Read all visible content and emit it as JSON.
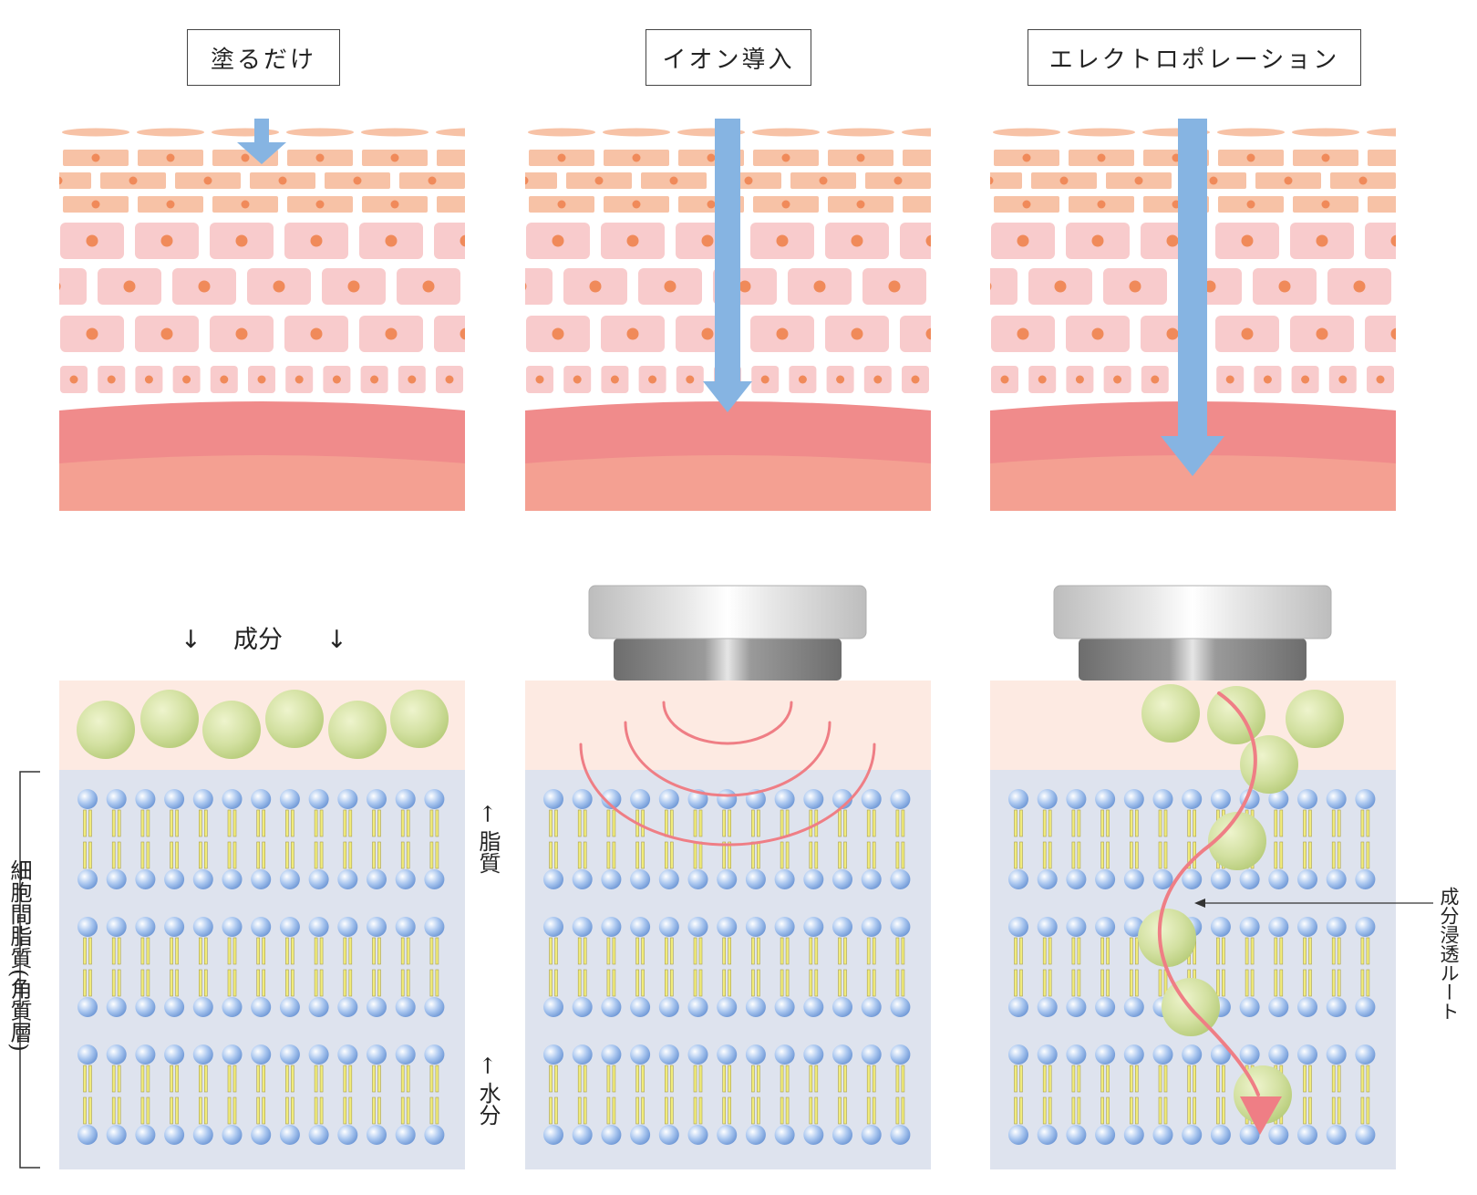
{
  "titles": {
    "paint_only": "塗るだけ",
    "iontophoresis": "イオン導入",
    "electroporation": "エレクトロポレーション"
  },
  "labels": {
    "ingredient": "成分",
    "lipid": "← 脂質",
    "water": "← 水分",
    "intercellular_lipid": "細胞間脂質(角質層)",
    "penetration_route": "成分浸透ルート"
  },
  "colors": {
    "arrow_blue": "#86b4e2",
    "stratum_cell": "#f7c2a6",
    "cell": "#f8cbcc",
    "nucleus": "#f08a5a",
    "dermis_top": "#f08b8b",
    "dermis_bottom": "#f4a092",
    "surface_band": "#fdeae2",
    "lipid_bg": "#dee3ee",
    "particle": "#c8d98e",
    "wave": "#ef7e85"
  }
}
